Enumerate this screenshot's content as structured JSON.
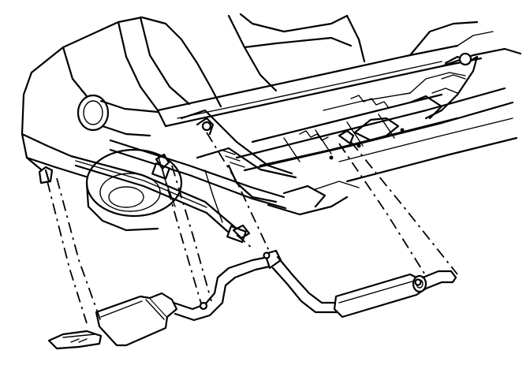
{
  "figure": {
    "description_label": "",
    "components": [
      {
        "id": "body-underside",
        "icon": "vehicle-underbody"
      },
      {
        "id": "spare-tire",
        "icon": "spare-tire"
      },
      {
        "id": "fuel-filler",
        "icon": "fuel-filler-neck"
      },
      {
        "id": "rear-muffler",
        "icon": "muffler"
      },
      {
        "id": "tailpipe",
        "icon": "tailpipe"
      },
      {
        "id": "intermediate-pipe",
        "icon": "exhaust-pipe"
      },
      {
        "id": "front-resonator",
        "icon": "resonator"
      },
      {
        "id": "exhaust-hangers",
        "icon": "hanger"
      },
      {
        "id": "rear-axle",
        "icon": "axle"
      },
      {
        "id": "rear-spring",
        "icon": "leaf-spring"
      }
    ],
    "line_color": "#000000",
    "background_color": "#ffffff"
  }
}
